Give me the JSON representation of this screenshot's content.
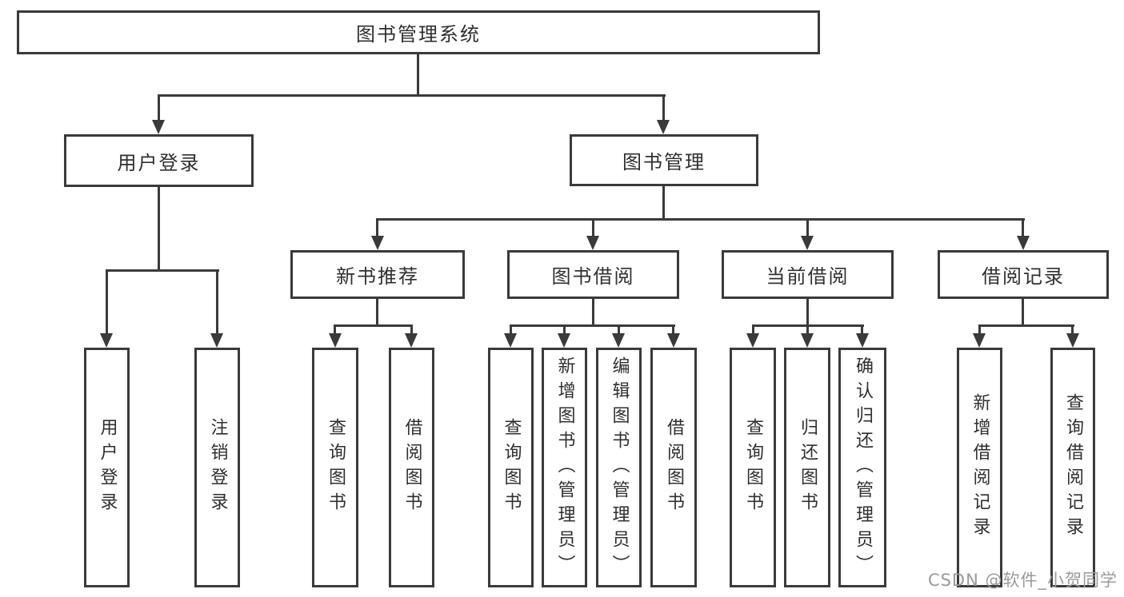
{
  "diagram": {
    "root": {
      "label": "图书管理系统"
    },
    "branches": [
      {
        "label": "用户登录",
        "children": [
          {
            "label": "用户登录"
          },
          {
            "label": "注销登录"
          }
        ]
      },
      {
        "label": "图书管理",
        "children": [
          {
            "label": "新书推荐",
            "children": [
              {
                "label": "查询图书"
              },
              {
                "label": "借阅图书"
              }
            ]
          },
          {
            "label": "图书借阅",
            "children": [
              {
                "label": "查询图书"
              },
              {
                "label": "新增图书（管理员）"
              },
              {
                "label": "编辑图书（管理员）"
              },
              {
                "label": "借阅图书"
              }
            ]
          },
          {
            "label": "当前借阅",
            "children": [
              {
                "label": "查询图书"
              },
              {
                "label": "归还图书"
              },
              {
                "label": "确认归还（管理员）"
              }
            ]
          },
          {
            "label": "借阅记录",
            "children": [
              {
                "label": "新增借阅记录"
              },
              {
                "label": "查询借阅记录"
              }
            ]
          }
        ]
      }
    ]
  },
  "watermark": {
    "text": "CSDN @软件_小贺同学"
  },
  "colors": {
    "line": "#3a3a3a",
    "text": "#2f2f2f",
    "watermark": "#9a9a9a",
    "background": "#ffffff"
  }
}
